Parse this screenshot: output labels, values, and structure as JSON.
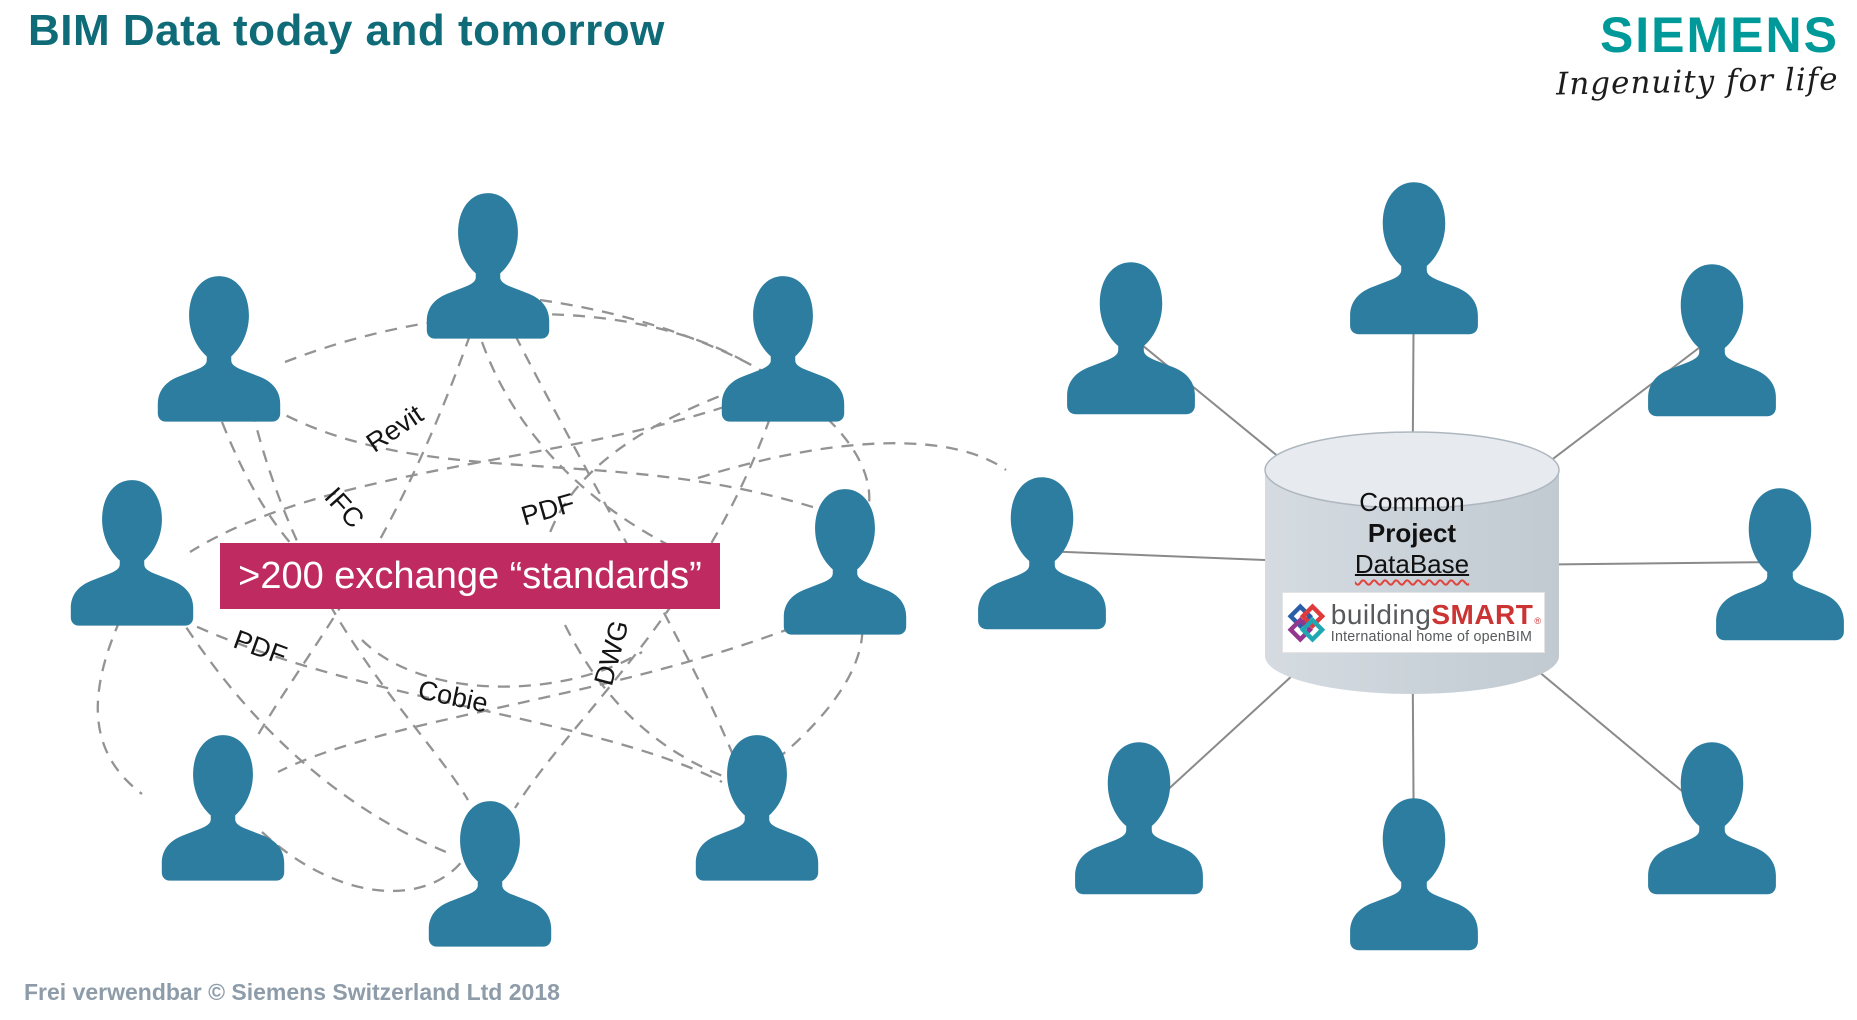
{
  "slide": {
    "title": "BIM Data today and tomorrow",
    "footer": "Frei verwendbar © Siemens Switzerland Ltd 2018"
  },
  "brand": {
    "logo": "SIEMENS",
    "tagline": "Ingenuity for life"
  },
  "left_cluster": {
    "banner": ">200 exchange “standards”",
    "labels": [
      "Revit",
      "IFC",
      "PDF",
      "PDF",
      "Cobie",
      "DWG"
    ]
  },
  "right_cluster": {
    "database": {
      "line1": "Common",
      "line2": "Project",
      "line3": "DataBase"
    },
    "buildingsmart": {
      "word1": "building",
      "word2": "SMART",
      "registered": "®",
      "subtitle": "International home of openBIM"
    }
  },
  "colors": {
    "person_teal": "#2c7da0",
    "banner_magenta": "#bf2a60",
    "title_teal": "#0e6b77",
    "siemens_teal": "#009999",
    "cylinder_gray": "#ccd3da",
    "footer_gray": "#8d9ca8"
  }
}
